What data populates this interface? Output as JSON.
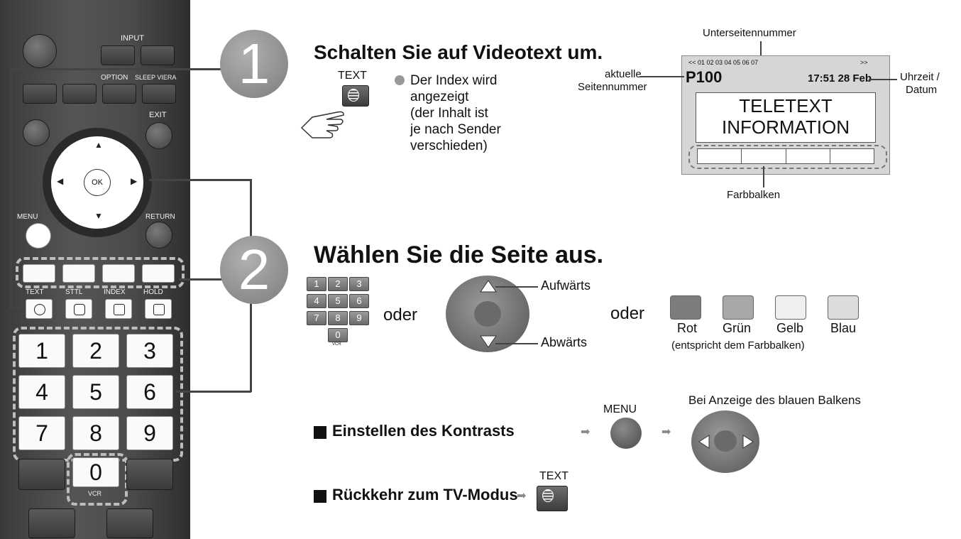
{
  "remote": {
    "input_label": "INPUT",
    "option_label": "OPTION",
    "sleep_label": "SLEEP  VIERA",
    "exit_label": "EXIT",
    "ok_label": "OK",
    "menu_label": "MENU",
    "return_label": "RETURN",
    "text_label": "TEXT",
    "sttl_label": "STTL",
    "index_label": "INDEX",
    "hold_label": "HOLD",
    "numbers": [
      "1",
      "2",
      "3",
      "4",
      "5",
      "6",
      "7",
      "8",
      "9",
      "0"
    ],
    "vcr_label": "VCR"
  },
  "steps": {
    "one": "1",
    "two": "2"
  },
  "step1": {
    "heading": "Schalten Sie auf Videotext um.",
    "text_key_label": "TEXT",
    "desc_lines": [
      "Der Index wird",
      "angezeigt",
      "(der Inhalt ist",
      "je nach Sender",
      "verschieden)"
    ]
  },
  "teletext": {
    "subpage_label": "Unterseitennummer",
    "subpage_row": "<< 01 02 03 04 05 06 07",
    "subpage_more": ">>",
    "page_number": "P100",
    "time_date": "17:51 28 Feb",
    "current_page_label_1": "aktuelle",
    "current_page_label_2": "Seitennummer",
    "time_label_1": "Uhrzeit /",
    "time_label_2": "Datum",
    "info_line_1": "TELETEXT",
    "info_line_2": "INFORMATION",
    "color_bar_label": "Farbbalken"
  },
  "step2": {
    "heading": "Wählen Sie die Seite aus.",
    "keypad": [
      "1",
      "2",
      "3",
      "4",
      "5",
      "6",
      "7",
      "8",
      "9",
      "0"
    ],
    "keypad_vcr": "VCR",
    "or_1": "oder",
    "or_2": "oder",
    "up_label": "Aufwärts",
    "down_label": "Abwärts",
    "colors": [
      "Rot",
      "Grün",
      "Gelb",
      "Blau"
    ],
    "colors_note": "(entspricht dem Farbbalken)",
    "color_hex": [
      "#7c7c7c",
      "#a8a8a8",
      "#efefef",
      "#dcdcdc"
    ]
  },
  "contrast": {
    "label": "Einstellen des Kontrasts",
    "menu_label": "MENU",
    "blue_bar_note": "Bei Anzeige des blauen Balkens"
  },
  "tvmode": {
    "label": "Rückkehr zum TV-Modus",
    "text_label": "TEXT"
  }
}
